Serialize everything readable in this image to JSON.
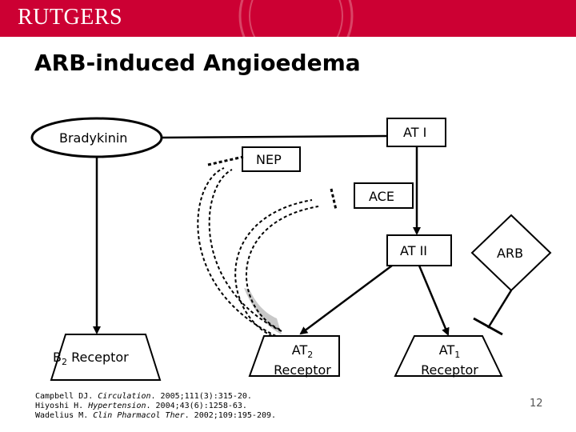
{
  "brand": {
    "logo_text": "RUTGERS",
    "banner_color": "#cc0033"
  },
  "slide": {
    "title": "ARB-induced Angioedema",
    "page_number": "12"
  },
  "diagram": {
    "bradykinin": "Bradykinin",
    "at1": "AT I",
    "nep": "NEP",
    "ace": "ACE",
    "at2_peptide": "AT II",
    "arb": "ARB",
    "b2_receptor": {
      "prefix": "B",
      "sub": "2",
      "suffix": " Receptor"
    },
    "at2_receptor": {
      "prefix": "AT",
      "sub": "2",
      "line2": "Receptor"
    },
    "at1_receptor": {
      "prefix": "AT",
      "sub": "1",
      "line2": "Receptor"
    }
  },
  "references": [
    {
      "pre": "Campbell DJ. ",
      "journal": "Circulation",
      "post": ". 2005;111(3):315-20."
    },
    {
      "pre": "Hiyoshi H. ",
      "journal": "Hypertension",
      "post": ". 2004;43(6):1258-63."
    },
    {
      "pre": "Wadelius M. ",
      "journal": "Clin Pharmacol Ther",
      "post": ". 2002;109:195-209."
    }
  ]
}
